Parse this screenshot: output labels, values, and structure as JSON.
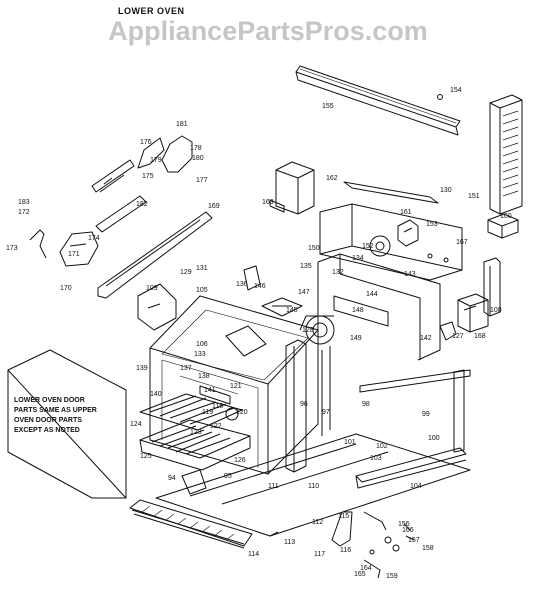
{
  "title": "LOWER OVEN",
  "watermark": "AppliancePartsPros.com",
  "note": [
    "LOWER OVEN DOOR",
    "PARTS SAME AS UPPER",
    "OVEN DOOR PARTS",
    "EXCEPT AS NOTED"
  ],
  "callouts": [
    "154",
    "155",
    "181",
    "176",
    "179",
    "175",
    "178",
    "177",
    "180",
    "182",
    "174",
    "183",
    "172",
    "173",
    "171",
    "170",
    "169",
    "167",
    "152",
    "150",
    "153",
    "151",
    "160",
    "161",
    "162",
    "163",
    "130",
    "129",
    "131",
    "132",
    "134",
    "135",
    "136",
    "146",
    "147",
    "148",
    "149",
    "142",
    "143",
    "144",
    "145",
    "128",
    "127",
    "168",
    "108",
    "109",
    "105",
    "106",
    "133",
    "137",
    "138",
    "139",
    "140",
    "141",
    "118",
    "119",
    "120",
    "121",
    "122",
    "123",
    "124",
    "125",
    "126",
    "94",
    "95",
    "96",
    "97",
    "98",
    "99",
    "100",
    "101",
    "102",
    "103",
    "104",
    "110",
    "111",
    "112",
    "113",
    "114",
    "115",
    "116",
    "117",
    "156",
    "157",
    "158",
    "159",
    "164",
    "165",
    "166"
  ]
}
